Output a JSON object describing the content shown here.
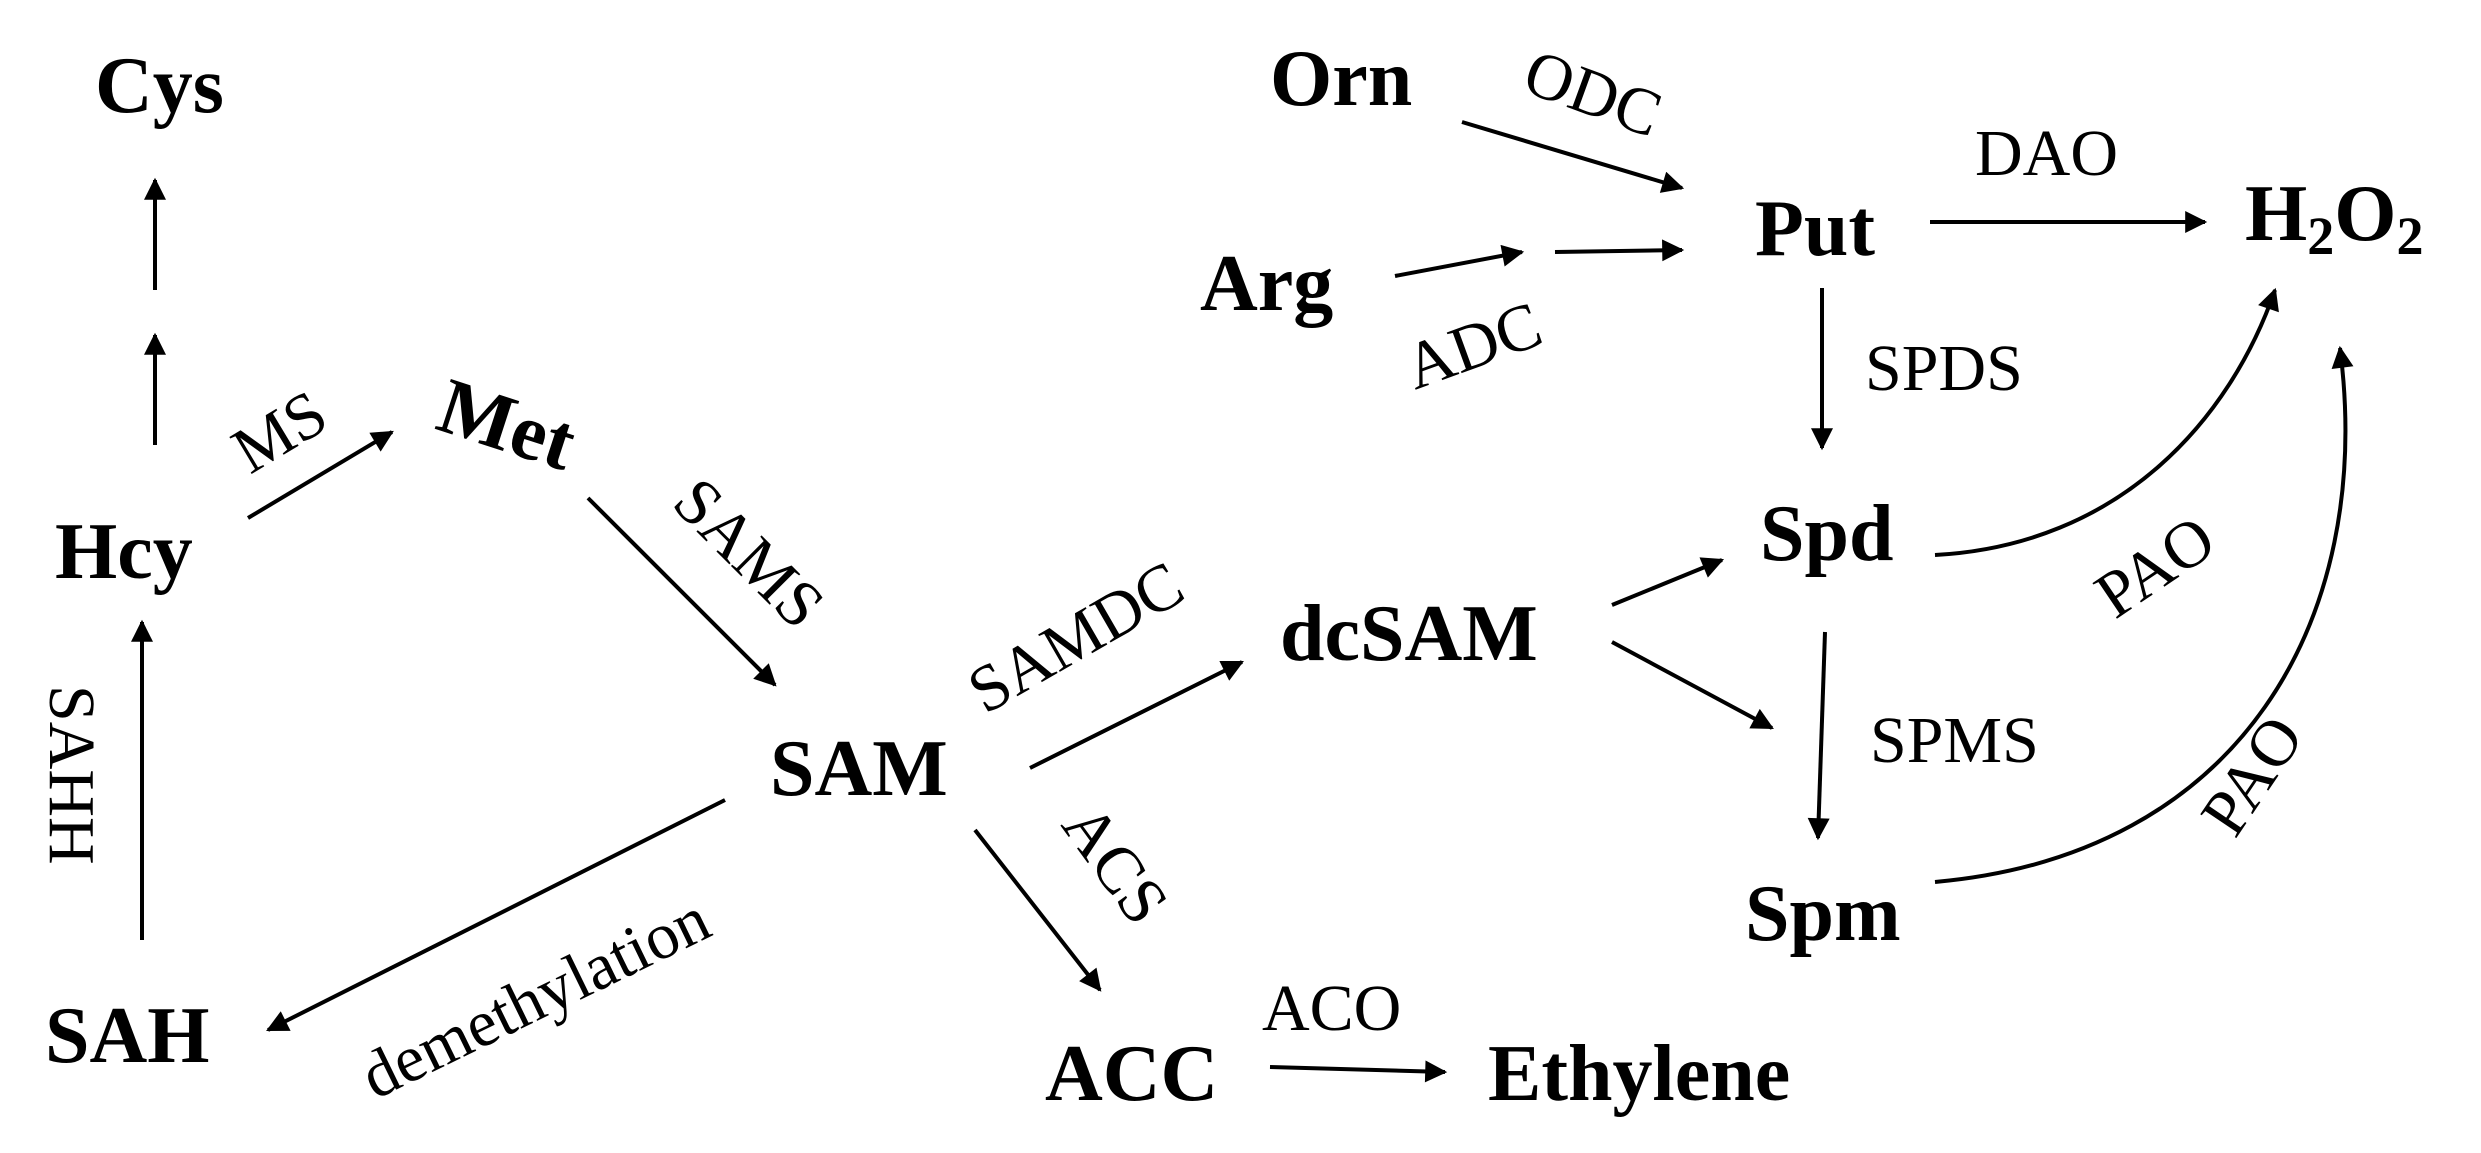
{
  "nodes": {
    "cys": "Cys",
    "hcy": "Hcy",
    "met": "Met",
    "sah": "SAH",
    "sam": "SAM",
    "dcsam": "dcSAM",
    "acc": "ACC",
    "ethylene": "Ethylene",
    "orn": "Orn",
    "arg": "Arg",
    "put": "Put",
    "spd": "Spd",
    "spm": "Spm",
    "h2o2_h": "H",
    "h2o2_sub1": "2",
    "h2o2_o": "O",
    "h2o2_sub2": "2"
  },
  "enzymes": {
    "ms": "MS",
    "sams": "SAMS",
    "sahh": "SAHH",
    "demethylation": "demethylation",
    "samdc": "SAMDC",
    "acs": "ACS",
    "aco": "ACO",
    "odc": "ODC",
    "adc": "ADC",
    "dao": "DAO",
    "spds": "SPDS",
    "spms": "SPMS",
    "pao_upper": "PAO",
    "pao_lower": "PAO"
  },
  "colors": {
    "line": "#000000",
    "text": "#000000",
    "background": "#ffffff"
  }
}
